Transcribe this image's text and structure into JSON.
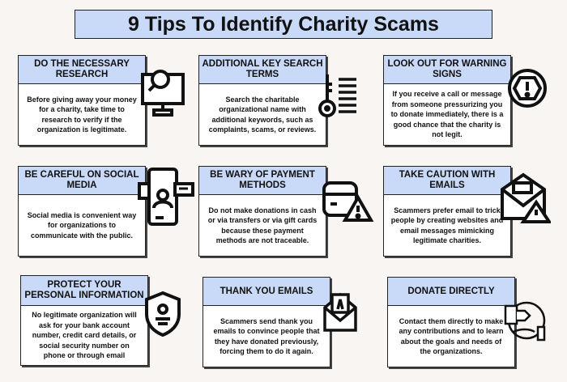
{
  "title": "9 Tips To Identify Charity Scams",
  "tips": [
    {
      "heading": "DO THE NECESSARY RESEARCH",
      "body": "Before giving away your money for a charity, take time to research to verify if the organization is legitimate.",
      "icon": "computer-search-icon"
    },
    {
      "heading": "ADDITIONAL KEY SEARCH TERMS",
      "body": "Search the charitable organizational name with additional keywords, such as complaints, scams, or reviews.",
      "icon": "key-list-icon"
    },
    {
      "heading": "LOOK OUT FOR WARNING SIGNS",
      "body": "If you receive a call or message from someone pressurizing you to donate immediately, there is a good chance that the charity is not legit.",
      "icon": "warning-octagon-icon"
    },
    {
      "heading": "BE CAREFUL ON SOCIAL MEDIA",
      "body": "Social media is convenient way for organizations to communicate with the public.",
      "icon": "social-phone-icon"
    },
    {
      "heading": "BE WARY OF PAYMENT METHODS",
      "body": "Do not make donations in cash or via transfers or via gift cards because these payment methods are not traceable.",
      "icon": "card-warning-icon"
    },
    {
      "heading": "TAKE CAUTION WITH EMAILS",
      "body": "Scammers prefer email to trick people by creating websites and email messages mimicking legitimate charities.",
      "icon": "email-warning-icon"
    },
    {
      "heading": "PROTECT YOUR PERSONAL INFORMATION",
      "body": "No legitimate organization will ask for your bank account number, credit card details, or social security number on phone or through email",
      "icon": "shield-user-icon"
    },
    {
      "heading": "THANK YOU EMAILS",
      "body": "Scammers send thank you emails to convince people that they have donated previously, forcing them to do it again.",
      "icon": "thank-you-envelope-icon"
    },
    {
      "heading": "DONATE DIRECTLY",
      "body": "Contact them directly to make any contributions and to learn about the goals and needs of the organizations.",
      "icon": "donate-hand-icon"
    }
  ],
  "colors": {
    "header": "#c9d9f8",
    "background": "#f8f5f2"
  }
}
